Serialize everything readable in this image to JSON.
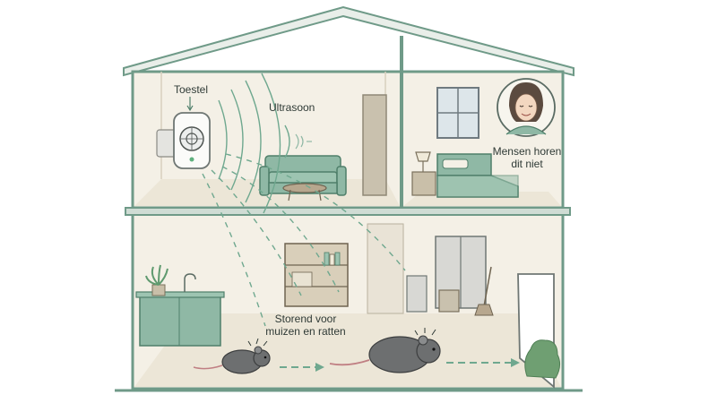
{
  "labels": {
    "device": "Toestel",
    "ultrasound": "Ultrasoon",
    "people": [
      "Mensen horen",
      "dit niet"
    ],
    "rodents": [
      "Storend voor",
      "muizen en ratten"
    ]
  },
  "colors": {
    "house_outline": "#6f9a88",
    "roof": "#e9eee9",
    "wall": "#f4f0e6",
    "floor": "#ece6d7",
    "furniture": "#8fb8a5",
    "mouse": "#6d6f70",
    "wave": "#6fa88f",
    "text": "#2f3a36"
  },
  "icons": [
    "ultrasonic-repeller-icon",
    "sound-wave-icon",
    "person-icon",
    "mouse-icon",
    "rat-icon",
    "arrow-right-icon"
  ]
}
